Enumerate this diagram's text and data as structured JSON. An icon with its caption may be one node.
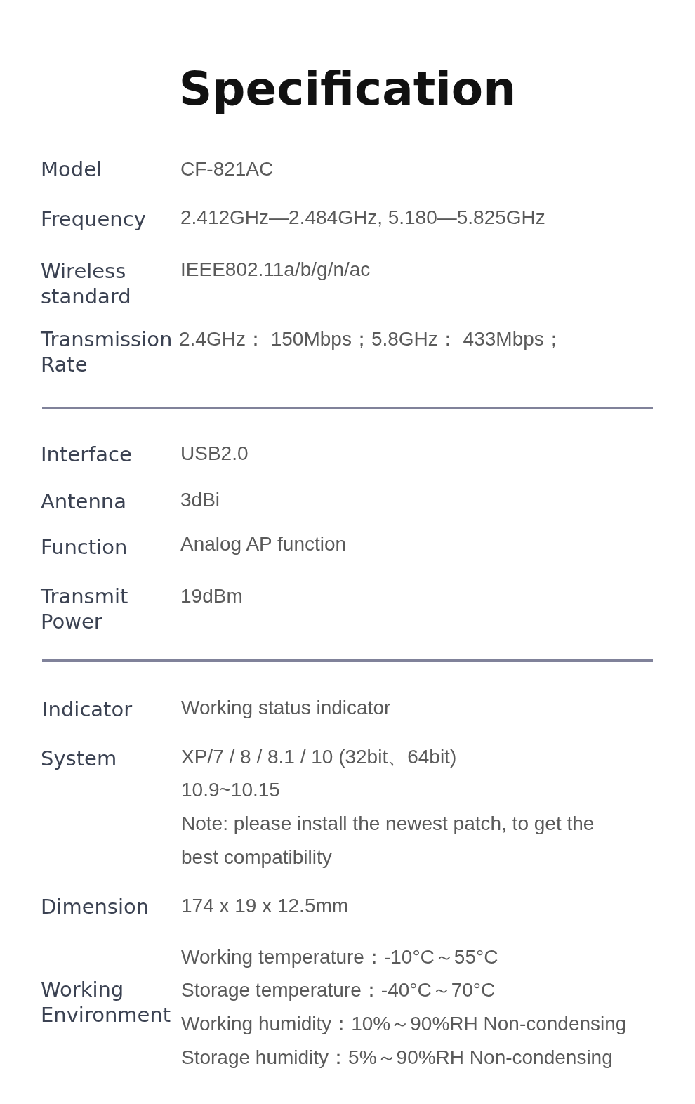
{
  "diagram": {
    "title": "Specification",
    "labels": [
      "Model",
      "CF-821AC",
      "Frequency",
      "2.412GHz—2.484GHz,  5.180—5.825GHz",
      "Wireless standard",
      "IEEE802.11a/b/g/n/ac",
      "Transmission Rate",
      "2.4GHz： 150Mbps；5.8GHz：  433Mbps；",
      "Interface",
      "USB2.0",
      "Antenna",
      "3dBi",
      "Function",
      "Analog AP function",
      "Transmit Power",
      "19dBm",
      "Indicator",
      "Working status indicator",
      "System",
      "XP/7 / 8 / 8.1 / 10 (32bit、64bit)",
      "10.9~10.15",
      "Note: please install the newest patch, to get the best compatibility",
      "Dimension",
      "174 x 19 x 12.5mm",
      "Working Environment",
      "Working temperature：-10°C～55°C",
      "Storage temperature：-40°C～70°C",
      "Working humidity：10%～90%RH Non-condensing",
      "Storage humidity：5%～90%RH Non-condensing"
    ]
  }
}
